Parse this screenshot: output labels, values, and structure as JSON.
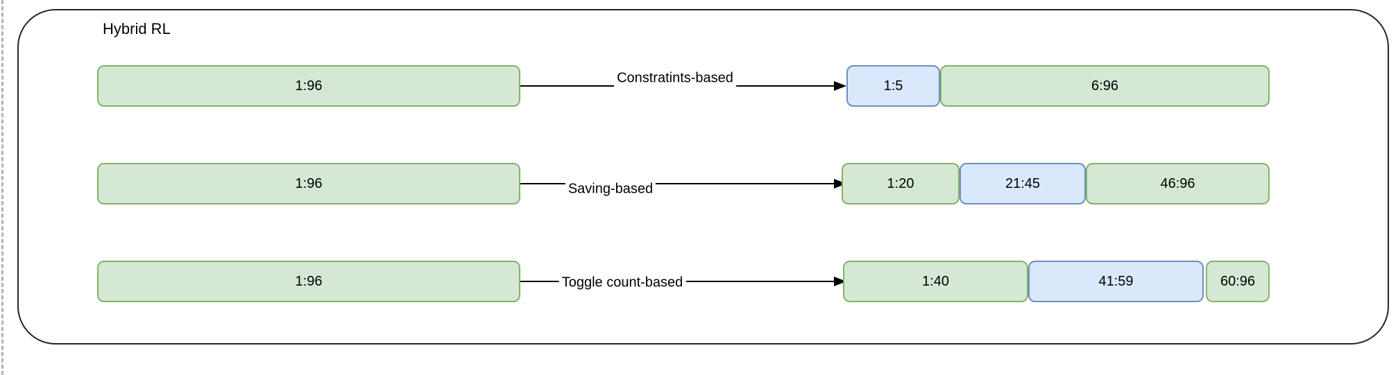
{
  "page": {
    "background": "#ffffff"
  },
  "diagram": {
    "title": "Hybrid RL",
    "rows": [
      {
        "source_label": "1:96",
        "edge_label": "Constratints-based",
        "targets": [
          {
            "label": "1:5",
            "style": "highlight"
          },
          {
            "label": "6:96",
            "style": "normal"
          }
        ]
      },
      {
        "source_label": "1:96",
        "edge_label": "Saving-based",
        "targets": [
          {
            "label": "1:20",
            "style": "normal"
          },
          {
            "label": "21:45",
            "style": "highlight"
          },
          {
            "label": "46:96",
            "style": "normal"
          }
        ]
      },
      {
        "source_label": "1:96",
        "edge_label": "Toggle count-based",
        "targets": [
          {
            "label": "1:40",
            "style": "normal"
          },
          {
            "label": "41:59",
            "style": "highlight"
          },
          {
            "label": "60:96",
            "style": "normal"
          }
        ]
      }
    ],
    "colors": {
      "node_green_fill": "#d5e8d4",
      "node_green_stroke": "#82b366",
      "node_blue_fill": "#dae8fc",
      "node_blue_stroke": "#6c8ebf",
      "container_stroke": "#242424",
      "edge_stroke": "#000000",
      "page_divider": "#b3b3b3",
      "text": "#000000",
      "page_bg": "#ffffff"
    }
  }
}
